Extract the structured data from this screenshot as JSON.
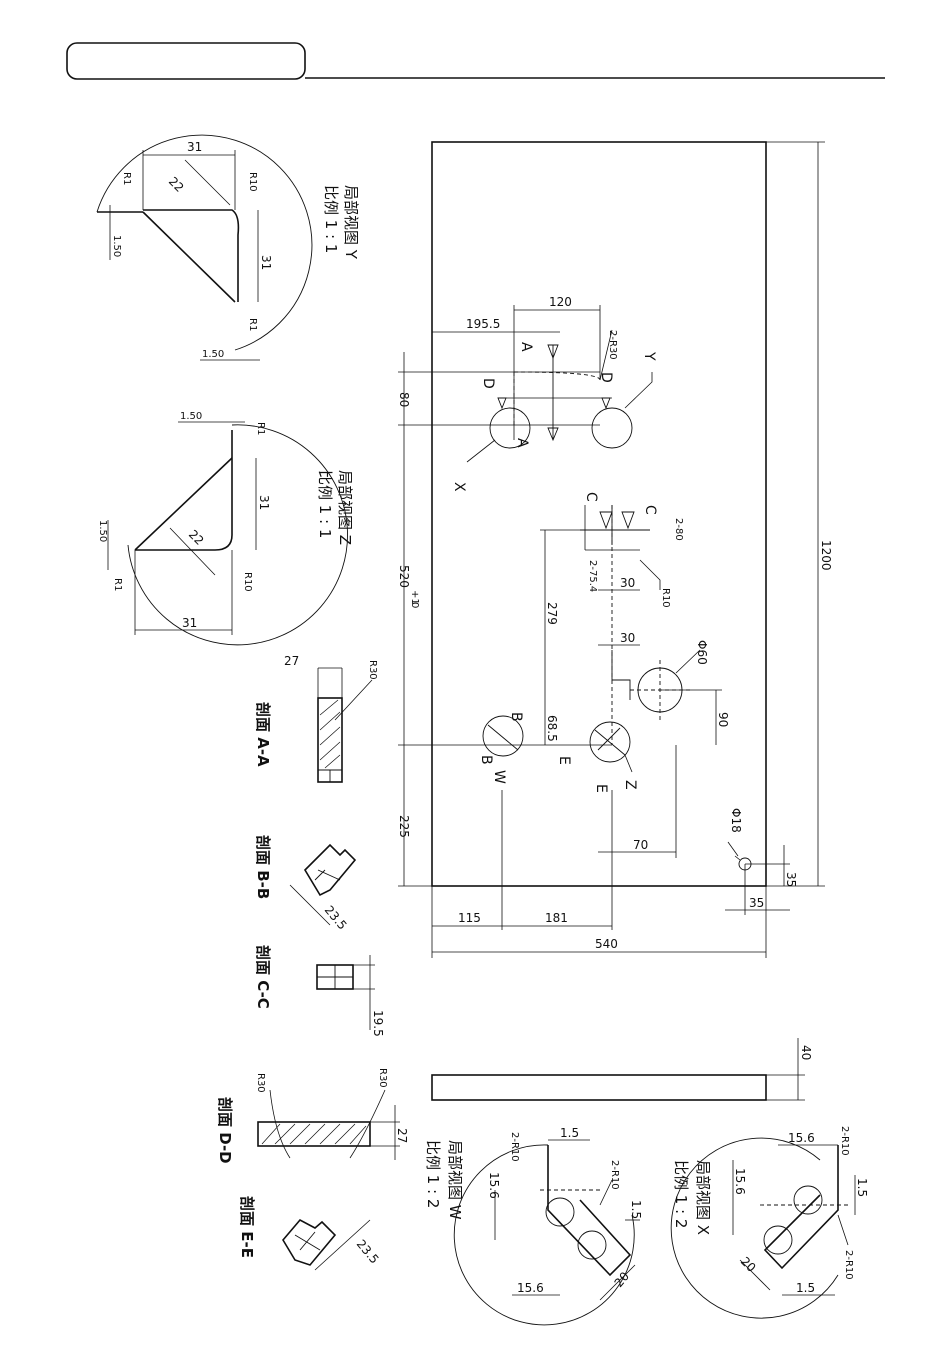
{
  "header": {
    "title_box": ""
  },
  "plate": {
    "overall_height": "1200",
    "overall_width": "540",
    "thickness": "40",
    "dims": {
      "d195_5": "195.5",
      "d120": "120",
      "d80": "80",
      "d520": "520",
      "d520_tol_top": "+1",
      "d520_tol_bot": "0",
      "d225": "225",
      "d279": "279",
      "d68_5": "68.5",
      "d30a": "30",
      "d30b": "30",
      "d90": "90",
      "d70": "70",
      "d115": "115",
      "d181": "181",
      "d35a": "35",
      "d35b": "35",
      "d2_80": "2-80",
      "d2_75_4": "2-75.4",
      "dia60": "Φ60",
      "dia18": "Φ18",
      "r2_30": "2-R30",
      "r10": "R10"
    },
    "markers": {
      "A1": "A",
      "A2": "A",
      "B1": "B",
      "B2": "B",
      "C1": "C",
      "C2": "C",
      "D1": "D",
      "D2": "D",
      "E1": "E",
      "E2": "E",
      "X": "X",
      "Y": "Y",
      "W": "W",
      "Z": "Z"
    }
  },
  "detail_y": {
    "title": "局部视图 Y",
    "scale": "比例 1 : 1",
    "d31a": "31",
    "d31b": "31",
    "d22": "22",
    "r1a": "R1",
    "r1b": "R1",
    "r10": "R10",
    "d1_50a": "1.50",
    "d1_50b": "1.50"
  },
  "detail_z": {
    "title": "局部视图 Z",
    "scale": "比例 1 : 1",
    "d31a": "31",
    "d31b": "31",
    "d22": "22",
    "r1a": "R1",
    "r1b": "R1",
    "r10": "R10",
    "d1_50a": "1.50",
    "d1_50b": "1.50"
  },
  "section_aa": {
    "title": "剖面 A-A",
    "d27": "27",
    "r30": "R30"
  },
  "section_bb": {
    "title": "剖面 B-B",
    "d23_5": "23.5"
  },
  "section_cc": {
    "title": "剖面 C-C",
    "d19_5": "19.5"
  },
  "section_dd": {
    "title": "剖面 D-D",
    "r30a": "R30",
    "r30b": "R30",
    "d27": "27"
  },
  "section_ee": {
    "title": "剖面 E-E",
    "d23_5": "23.5"
  },
  "detail_w": {
    "title": "局部视图 W",
    "scale": "比例 1 : 2",
    "d1_5a": "1.5",
    "d1_5b": "1.5",
    "d15_6a": "15.6",
    "d15_6b": "15.6",
    "r2_10a": "2-R10",
    "r2_10b": "2-R10",
    "d20": "20"
  },
  "detail_x": {
    "title": "局部视图 X",
    "scale": "比例 1 : 2",
    "d15_6a": "15.6",
    "d15_6b": "15.6",
    "r2_10a": "2-R10",
    "r2_10b": "2-R10",
    "d1_5a": "1.5",
    "d1_5b": "1.5",
    "d20": "20"
  }
}
